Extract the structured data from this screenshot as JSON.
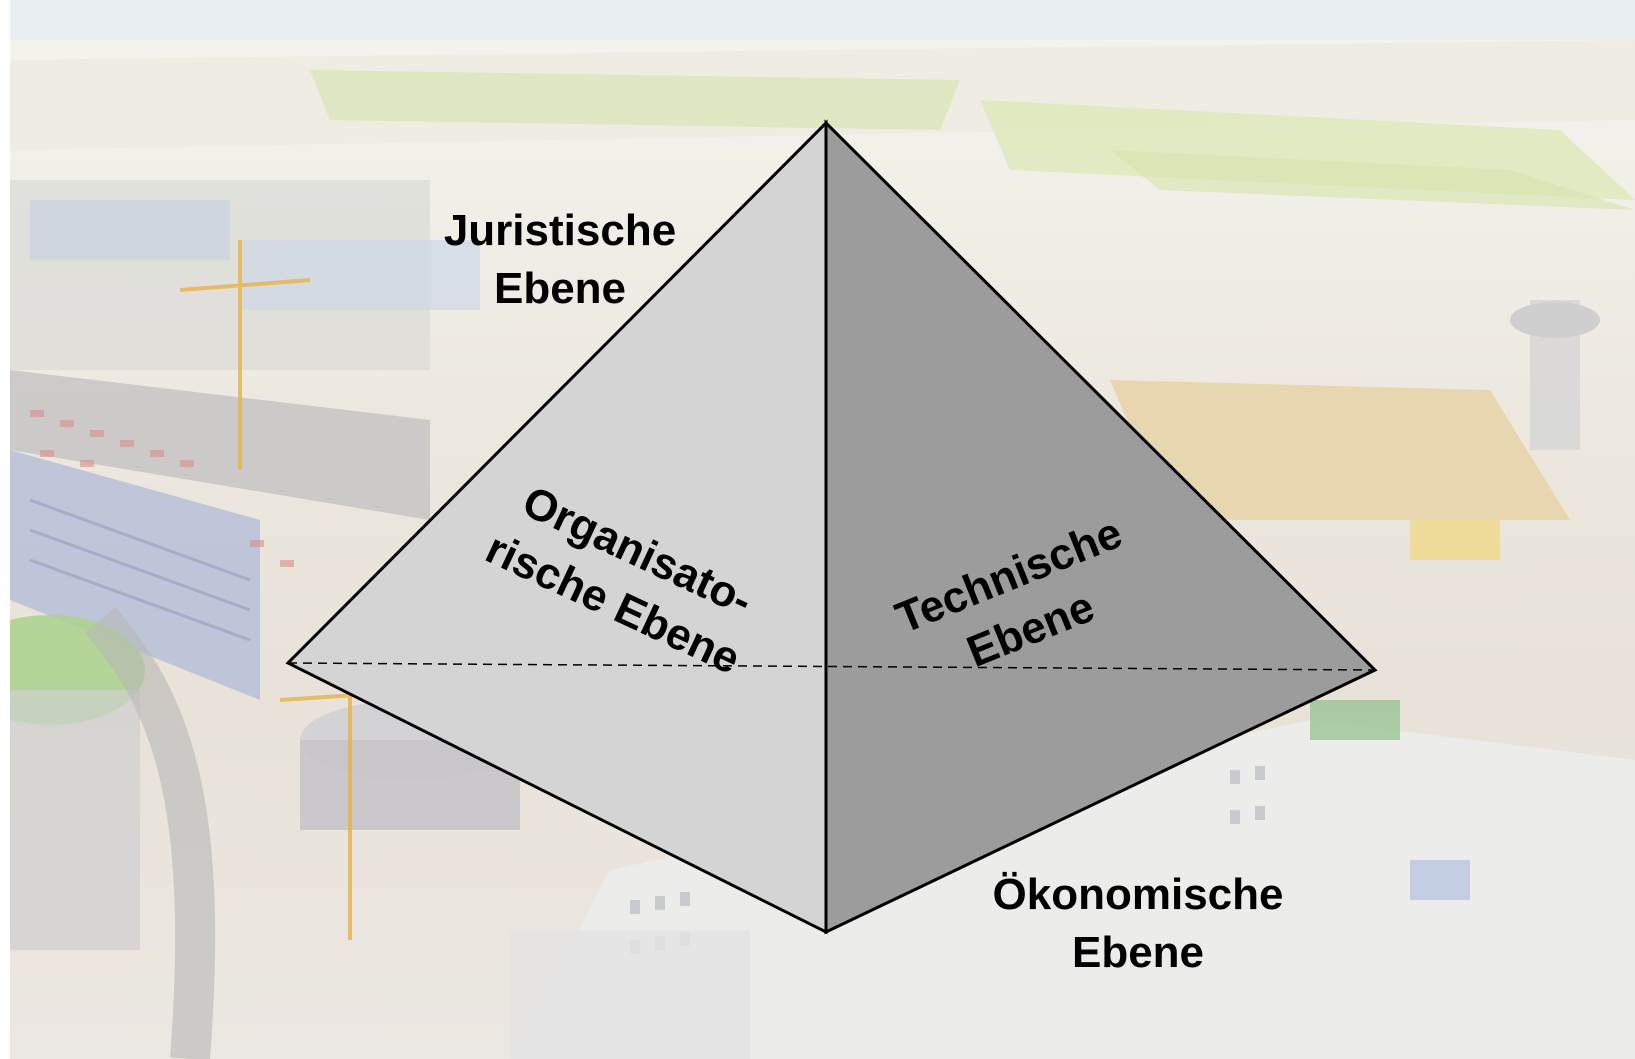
{
  "diagram": {
    "faces": {
      "left_face_color": "#d4d4d4",
      "right_face_color": "#9c9c9c",
      "edge_color": "#000000"
    },
    "labels": {
      "juristisch": {
        "line1": "Juristische",
        "line2": "Ebene"
      },
      "organisatorisch": {
        "line1": "Organisato-",
        "line2": "rische Ebene"
      },
      "technisch": {
        "line1": "Technische",
        "line2": "Ebene"
      },
      "oekonomisch": {
        "line1": "Ökonomische",
        "line2": "Ebene"
      }
    }
  }
}
